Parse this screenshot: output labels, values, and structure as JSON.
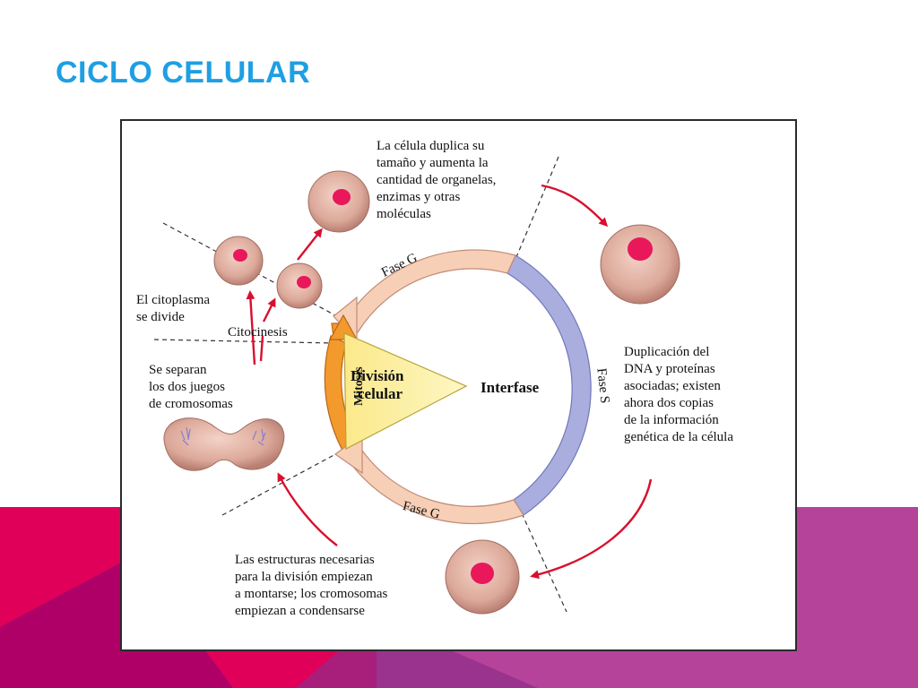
{
  "slide": {
    "title": "CICLO CELULAR",
    "colors": {
      "title": "#1e9fe3",
      "band_left": "#e0005a",
      "band_right": "#b6439a"
    }
  },
  "diagram": {
    "center": {
      "label_line1": "División",
      "label_line2": "celular",
      "interfase": "Interfase"
    },
    "segments": {
      "fase_g1": "Fase G",
      "fase_s": "Fase S",
      "fase_g2": "Fase G",
      "mitosis": "Mitosis"
    },
    "annotations": {
      "growth": [
        "La célula duplica su",
        "tamaño y aumenta la",
        "cantidad de organelas,",
        "enzimas y otras",
        "moléculas"
      ],
      "dna": [
        "Duplicación del",
        "DNA y proteínas",
        "asociadas; existen",
        "ahora dos copias",
        "de la información",
        "genética de la célula"
      ],
      "structures": [
        "Las estructuras necesarias",
        "para la división empiezan",
        "a montarse; los cromosomas",
        "empiezan a condensarse"
      ],
      "separate": [
        "Se separan",
        "los dos juegos",
        "de cromosomas"
      ],
      "cytoplasm": [
        "El citoplasma",
        "se divide"
      ],
      "citocinesis": "Citocinesis"
    },
    "colors": {
      "g1": "#f7cfb6",
      "s": "#a9aede",
      "g2": "#f7cfb6",
      "mitosis": "#f39a2c",
      "wedge": "#fbf19a",
      "cell": "#dca99a",
      "nucleus": "#e8185a",
      "arrow": "#d8102e"
    }
  }
}
